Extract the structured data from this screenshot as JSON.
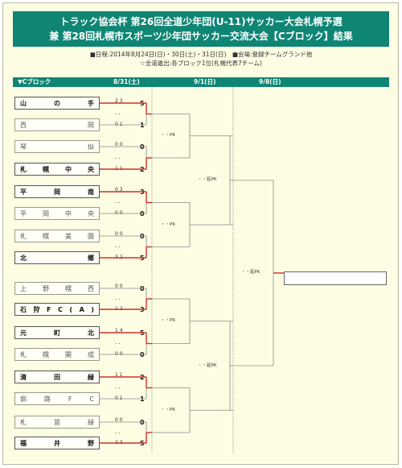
{
  "title": {
    "line1": "トラック協会杯 第26回全道少年団(U-11)サッカー大会札幌予選",
    "line2": "兼 第28回札幌市スポーツ少年団サッカー交流大会【Cブロック】結果"
  },
  "info": {
    "schedule": "■日程:2014年8月24日(日)・30日(土)・31日(日)　■会場:登録チームグランド他",
    "qualify": "☆全道進出:各ブロック1位(札幌代表7チーム)"
  },
  "header": {
    "block": "▼Cブロック",
    "day1": "8/31(土)",
    "day2": "9/1(日)",
    "day3": "9/8(日)"
  },
  "teams": [
    {
      "name": "山の手",
      "chars": [
        "山",
        "の",
        "手"
      ],
      "winner": true
    },
    {
      "name": "西岡",
      "chars": [
        "西",
        "岡"
      ],
      "winner": false
    },
    {
      "name": "琴似",
      "chars": [
        "琴",
        "似"
      ],
      "winner": false
    },
    {
      "name": "札幌中央",
      "chars": [
        "札",
        "幌",
        "中",
        "央"
      ],
      "winner": true
    },
    {
      "name": "平岡南",
      "chars": [
        "平",
        "岡",
        "南"
      ],
      "winner": true
    },
    {
      "name": "平岡中央",
      "chars": [
        "平",
        "岡",
        "中",
        "央"
      ],
      "winner": false
    },
    {
      "name": "札幌美園",
      "chars": [
        "札",
        "幌",
        "美",
        "園"
      ],
      "winner": false
    },
    {
      "name": "北郷",
      "chars": [
        "北",
        "郷"
      ],
      "winner": true
    },
    {
      "name": "上野幌西",
      "chars": [
        "上",
        "野",
        "幌",
        "西"
      ],
      "winner": false
    },
    {
      "name": "石狩FC(A)",
      "chars": [
        "石",
        "狩",
        "F",
        "C",
        "(",
        "A",
        ")"
      ],
      "winner": true
    },
    {
      "name": "元町北",
      "chars": [
        "元",
        "町",
        "北"
      ],
      "winner": true
    },
    {
      "name": "札幌開成",
      "chars": [
        "札",
        "幌",
        "開",
        "成"
      ],
      "winner": false
    },
    {
      "name": "清田緑",
      "chars": [
        "清",
        "田",
        "緑"
      ],
      "winner": true
    },
    {
      "name": "釧路FC",
      "chars": [
        "釧",
        "路",
        "F",
        "C"
      ],
      "winner": false
    },
    {
      "name": "札苗緑",
      "chars": [
        "札",
        "苗",
        "緑"
      ],
      "winner": false
    },
    {
      "name": "福井野",
      "chars": [
        "福",
        "井",
        "野"
      ],
      "winner": true
    }
  ],
  "matches_r1": [
    {
      "top_half": "2 3",
      "bot_half": "0 1",
      "top_total": "5",
      "bot_total": "1"
    },
    {
      "top_half": "0 0",
      "bot_half": "1 1",
      "top_total": "0",
      "bot_total": "2"
    },
    {
      "top_half": "0 3",
      "bot_half": "0 0",
      "top_total": "3",
      "bot_total": "0"
    },
    {
      "top_half": "0 0",
      "bot_half": "3 2",
      "top_total": "0",
      "bot_total": "5"
    },
    {
      "top_half": "0 0",
      "bot_half": "1 2",
      "top_total": "0",
      "bot_total": "3"
    },
    {
      "top_half": "1 4",
      "bot_half": "0 0",
      "top_total": "5",
      "bot_total": "0"
    },
    {
      "top_half": "1 1",
      "bot_half": "0 1",
      "top_total": "2",
      "bot_total": "1"
    },
    {
      "top_half": "0 0",
      "bot_half": "2 3",
      "top_total": "0",
      "bot_total": "5"
    }
  ],
  "separator": "- -",
  "pk_labels": {
    "r2": "・・PK",
    "r3": "・・延PK",
    "final": "・・延PK"
  },
  "winner_box": ""
}
